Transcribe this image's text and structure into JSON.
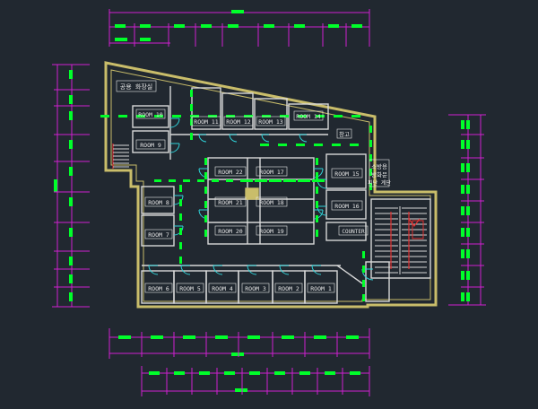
{
  "floor_plan": {
    "rooms": [
      {
        "id": "room-10",
        "label": "ROOM 10"
      },
      {
        "id": "room-9",
        "label": "ROOM 9"
      },
      {
        "id": "room-11",
        "label": "ROOM 11"
      },
      {
        "id": "room-12",
        "label": "ROOM 12"
      },
      {
        "id": "room-13",
        "label": "ROOM 13"
      },
      {
        "id": "room-14",
        "label": "ROOM 14"
      },
      {
        "id": "room-22",
        "label": "ROOM 22"
      },
      {
        "id": "room-17",
        "label": "ROOM 17"
      },
      {
        "id": "room-21",
        "label": "ROOM 21"
      },
      {
        "id": "room-18",
        "label": "ROOM 18"
      },
      {
        "id": "room-20",
        "label": "ROOM 20"
      },
      {
        "id": "room-19",
        "label": "ROOM 19"
      },
      {
        "id": "room-8",
        "label": "ROOM 8"
      },
      {
        "id": "room-7",
        "label": "ROOM 7"
      },
      {
        "id": "room-6",
        "label": "ROOM 6"
      },
      {
        "id": "room-5",
        "label": "ROOM 5"
      },
      {
        "id": "room-4",
        "label": "ROOM 4"
      },
      {
        "id": "room-3",
        "label": "ROOM 3"
      },
      {
        "id": "room-2",
        "label": "ROOM 2"
      },
      {
        "id": "room-1",
        "label": "ROOM 1"
      },
      {
        "id": "room-15",
        "label": "ROOM 15"
      },
      {
        "id": "room-16",
        "label": "ROOM 16"
      },
      {
        "id": "counter",
        "label": "COUNTER"
      }
    ],
    "korean_labels": {
      "top_left": "공용 화장실",
      "right_box_line1": "소방용",
      "right_box_line2": "방화문",
      "right_box_line3": "피난 계단",
      "small_upper_right": "창고"
    }
  },
  "colors": {
    "background": "#212830",
    "wall_outer": "#c9bd6a",
    "wall_inner": "#d8d8d8",
    "door": "#2fd2d8",
    "dimension_green": "#00ff2a",
    "dimension_magenta": "#d020d0",
    "room_label": "#e8e8e8",
    "stair_red": "#e03030"
  }
}
